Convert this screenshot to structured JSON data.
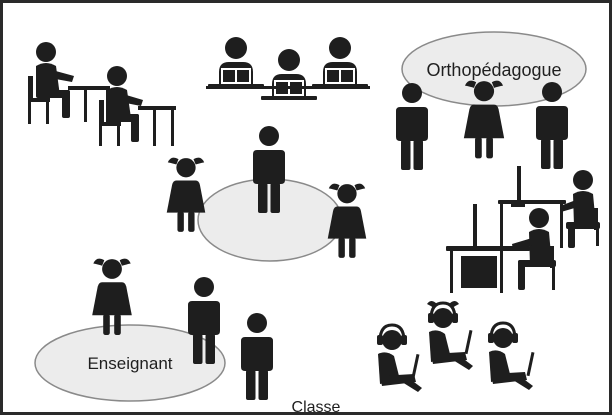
{
  "labels": {
    "ortho": "Orthopédagogue",
    "teacher": "Enseignant",
    "room": "Classe"
  },
  "colors": {
    "ink": "#1e1e1e",
    "ellipse_fill": "#ececec",
    "ellipse_stroke": "#8a8a8a",
    "frame": "#2a2a2a"
  },
  "icons": [
    "student-desk-icon",
    "reading-group-icon",
    "adult-icon",
    "child-icon",
    "computer-station-icon",
    "headphones-laptop-icon"
  ]
}
